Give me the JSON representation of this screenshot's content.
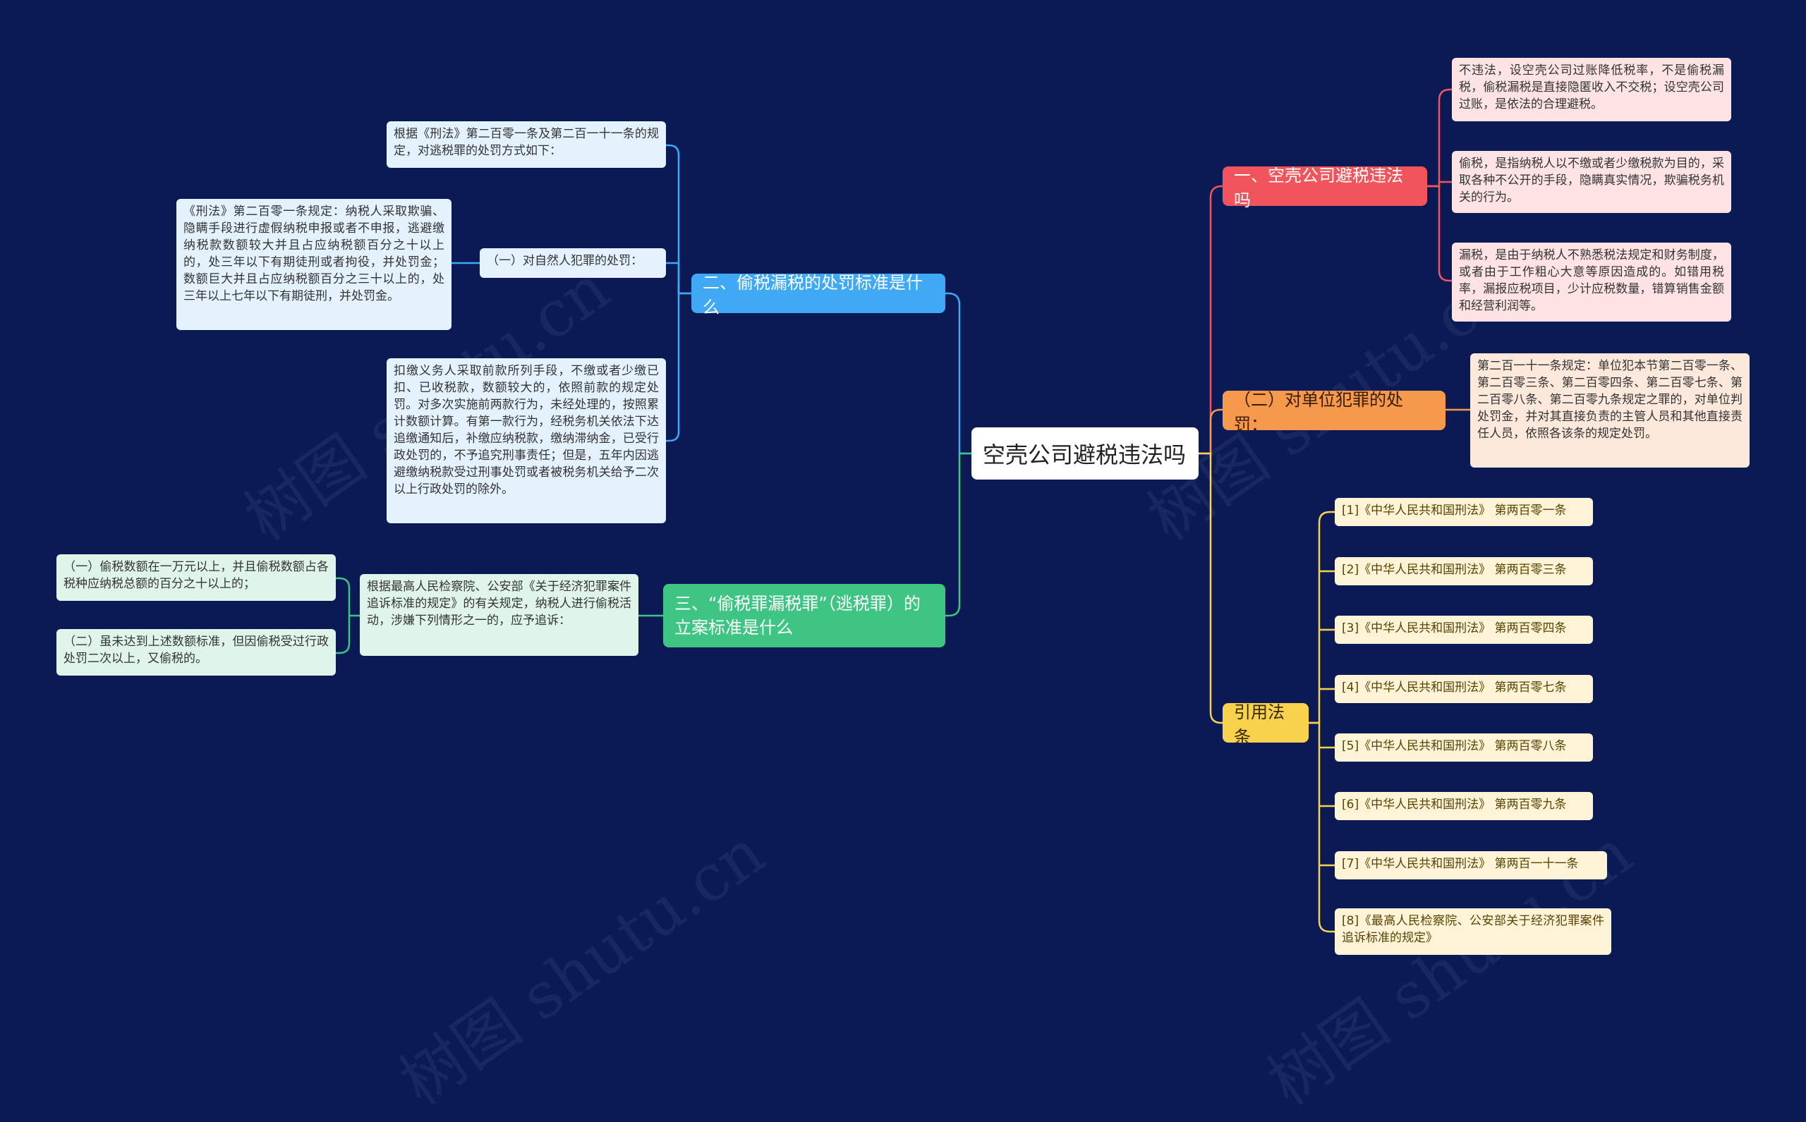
{
  "root": {
    "title": "空壳公司避税违法吗"
  },
  "branches": {
    "b1": {
      "label": "一、空壳公司避税违法吗",
      "leaves": [
        "不违法，设空壳公司过账降低税率，不是偷税漏税，偷税漏税是直接隐匿收入不交税；设空壳公司过账，是依法的合理避税。",
        "偷税，是指纳税人以不缴或者少缴税款为目的，采取各种不公开的手段，隐瞒真实情况，欺骗税务机关的行为。",
        "漏税，是由于纳税人不熟悉税法规定和财务制度，或者由于工作粗心大意等原因造成的。如错用税率，漏报应税项目，少计应税数量，错算销售金额和经营利润等。"
      ]
    },
    "b2": {
      "label": "（二）对单位犯罪的处罚：",
      "leaves": [
        "第二百一十一条规定：单位犯本节第二百零一条、第二百零三条、第二百零四条、第二百零七条、第二百零八条、第二百零九条规定之罪的，对单位判处罚金，并对其直接负责的主管人员和其他直接责任人员，依照各该条的规定处罚。"
      ]
    },
    "b3": {
      "label": "引用法条",
      "leaves": [
        "[1]《中华人民共和国刑法》 第两百零一条",
        "[2]《中华人民共和国刑法》 第两百零三条",
        "[3]《中华人民共和国刑法》 第两百零四条",
        "[4]《中华人民共和国刑法》 第两百零七条",
        "[5]《中华人民共和国刑法》 第两百零八条",
        "[6]《中华人民共和国刑法》 第两百零九条",
        "[7]《中华人民共和国刑法》 第两百一十一条",
        "[8]《最高人民检察院、公安部关于经济犯罪案件追诉标准的规定》"
      ]
    },
    "b4": {
      "label": "二、偷税漏税的处罚标准是什么",
      "intro": "根据《刑法》第二百零一条及第二百一十一条的规定，对逃税罪的处罚方式如下：",
      "sub": "（一）对自然人犯罪的处罚：",
      "sub_detail": "《刑法》第二百零一条规定：纳税人采取欺骗、隐瞒手段进行虚假纳税申报或者不申报，逃避缴纳税款数额较大并且占应纳税额百分之十以上的，处三年以下有期徒刑或者拘役，并处罚金；数额巨大并且占应纳税额百分之三十以上的，处三年以上七年以下有期徒刑，并处罚金。",
      "extra": "扣缴义务人采取前款所列手段，不缴或者少缴已扣、已收税款，数额较大的，依照前款的规定处罚。对多次实施前两款行为，未经处理的，按照累计数额计算。有第一款行为，经税务机关依法下达追缴通知后，补缴应纳税款，缴纳滞纳金，已受行政处罚的，不予追究刑事责任；但是，五年内因逃避缴纳税款受过刑事处罚或者被税务机关给予二次以上行政处罚的除外。"
    },
    "b5": {
      "label": "三、“偷税罪漏税罪”（逃税罪）的立案标准是什么",
      "mid": "根据最高人民检察院、公安部《关于经济犯罪案件追诉标准的规定》的有关规定，纳税人进行偷税活动，涉嫌下列情形之一的，应予追诉：",
      "leaves": [
        "（一）偷税数额在一万元以上，并且偷税数额占各税种应纳税总额的百分之十以上的；",
        "（二）虽未达到上述数额标准，但因偷税受过行政处罚二次以上，又偷税的。"
      ]
    }
  },
  "watermark": "树图 shutu.cn",
  "colors": {
    "background": "#0b1a55",
    "red": "#f2545b",
    "orange": "#f59a4c",
    "yellow": "#f8d24d",
    "blue": "#3fa9f5",
    "green": "#3fc583"
  }
}
